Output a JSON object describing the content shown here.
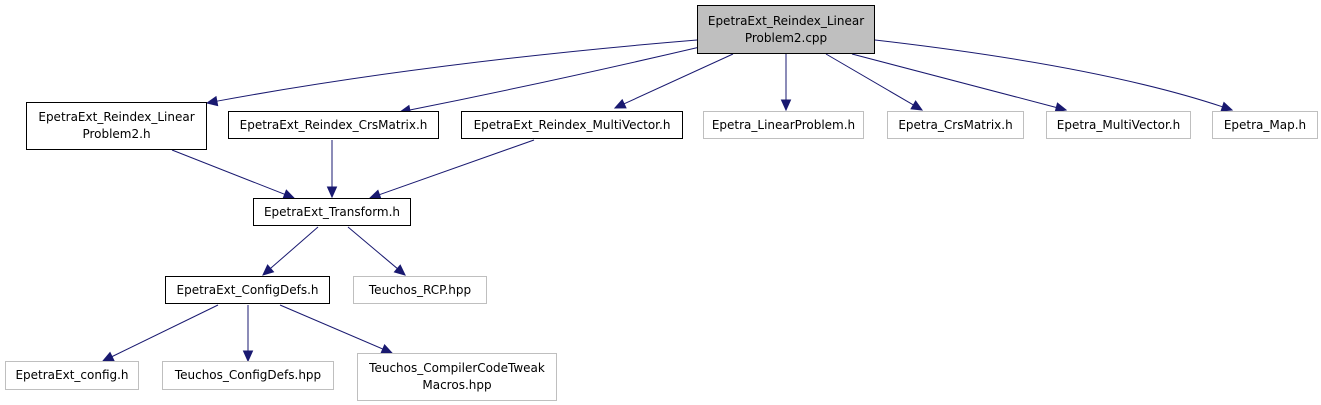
{
  "diagram": {
    "type": "include-dependency-graph",
    "colors": {
      "root_fill": "#bfbfbf",
      "documented_border": "#000000",
      "external_border": "#bfbfbf",
      "edge": "#191970"
    },
    "nodes": [
      {
        "id": "root",
        "label": "EpetraExt_Reindex_Linear\nProblem2.cpp",
        "kind": "root"
      },
      {
        "id": "lp2h",
        "label": "EpetraExt_Reindex_Linear\nProblem2.h",
        "kind": "documented"
      },
      {
        "id": "crs",
        "label": "EpetraExt_Reindex_CrsMatrix.h",
        "kind": "documented"
      },
      {
        "id": "mv",
        "label": "EpetraExt_Reindex_MultiVector.h",
        "kind": "documented"
      },
      {
        "id": "elp",
        "label": "Epetra_LinearProblem.h",
        "kind": "external"
      },
      {
        "id": "ecrs",
        "label": "Epetra_CrsMatrix.h",
        "kind": "external"
      },
      {
        "id": "emv",
        "label": "Epetra_MultiVector.h",
        "kind": "external"
      },
      {
        "id": "emap",
        "label": "Epetra_Map.h",
        "kind": "external"
      },
      {
        "id": "trans",
        "label": "EpetraExt_Transform.h",
        "kind": "documented"
      },
      {
        "id": "cfg",
        "label": "EpetraExt_ConfigDefs.h",
        "kind": "documented"
      },
      {
        "id": "rcp",
        "label": "Teuchos_RCP.hpp",
        "kind": "external"
      },
      {
        "id": "econf",
        "label": "EpetraExt_config.h",
        "kind": "external"
      },
      {
        "id": "tcfg",
        "label": "Teuchos_ConfigDefs.hpp",
        "kind": "external"
      },
      {
        "id": "tcomp",
        "label": "Teuchos_CompilerCodeTweak\nMacros.hpp",
        "kind": "external"
      }
    ],
    "edges": [
      {
        "from": "root",
        "to": "lp2h"
      },
      {
        "from": "root",
        "to": "crs"
      },
      {
        "from": "root",
        "to": "mv"
      },
      {
        "from": "root",
        "to": "elp"
      },
      {
        "from": "root",
        "to": "ecrs"
      },
      {
        "from": "root",
        "to": "emv"
      },
      {
        "from": "root",
        "to": "emap"
      },
      {
        "from": "lp2h",
        "to": "trans"
      },
      {
        "from": "crs",
        "to": "trans"
      },
      {
        "from": "mv",
        "to": "trans"
      },
      {
        "from": "trans",
        "to": "cfg"
      },
      {
        "from": "trans",
        "to": "rcp"
      },
      {
        "from": "cfg",
        "to": "econf"
      },
      {
        "from": "cfg",
        "to": "tcfg"
      },
      {
        "from": "cfg",
        "to": "tcomp"
      }
    ]
  }
}
